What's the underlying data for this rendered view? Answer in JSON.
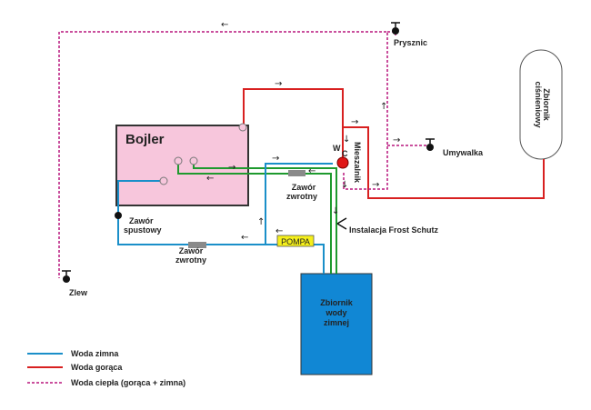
{
  "components": {
    "boiler": "Bojler",
    "cold_tank": [
      "Zbiornik",
      "wody",
      "zimnej"
    ],
    "pressure_tank": [
      "Zbiornik",
      "ciśnieniowy"
    ],
    "pump": "POMPA",
    "mixer": "Mieszalnik",
    "mixer_w": "W",
    "mixer_c": "C",
    "check_valve_1": [
      "Zawór",
      "zwrotny"
    ],
    "check_valve_2": [
      "Zawór",
      "zwrotny"
    ],
    "drain_valve": [
      "Zawór",
      "spustowy"
    ],
    "frost": "Instalacja Frost Schutz",
    "shower": "Prysznic",
    "washbasin": "Umywalka",
    "sink": "Zlew"
  },
  "legend": [
    {
      "label": "Woda zimna",
      "color": "#1a8fc9",
      "style": "solid"
    },
    {
      "label": "Woda gorąca",
      "color": "#d82020",
      "style": "solid"
    },
    {
      "label": "Woda ciepła (gorąca + zimna)",
      "color": "#b8167d",
      "style": "dashed"
    }
  ],
  "colors": {
    "cold": "#1a8fc9",
    "hot": "#d82020",
    "warm": "#b8167d",
    "return": "#1e9a2e",
    "boiler_fill": "#f7c6dc",
    "tank_fill": "#1187d4",
    "pump_fill": "#f5ef1a",
    "valve": "#8a8a8a"
  }
}
